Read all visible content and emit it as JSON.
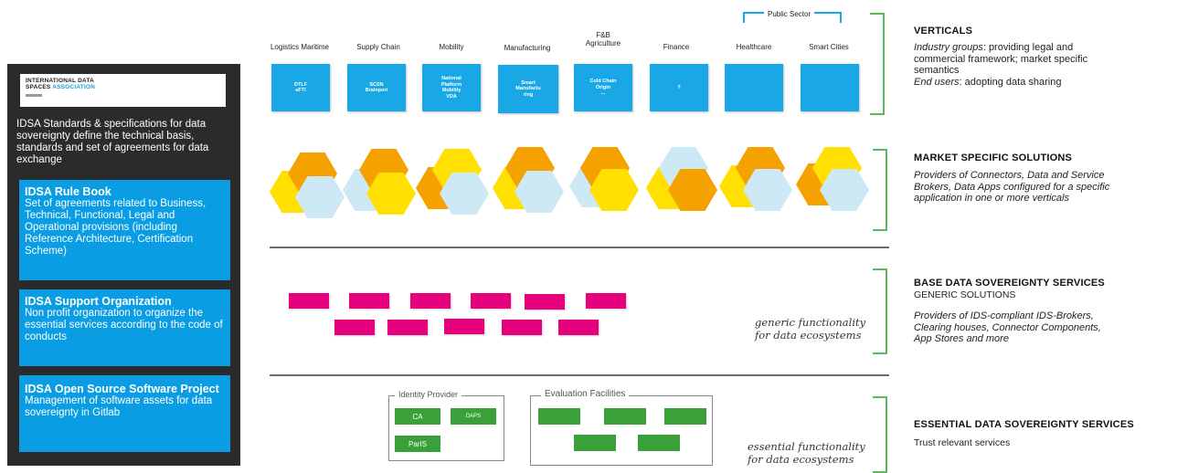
{
  "panel": {
    "logo_line1": "INTERNATIONAL DATA",
    "logo_line2a": "SPACES ",
    "logo_line2b": "ASSOCIATION",
    "intro": "IDSA Standards & specifications for data sovereignty define the technical basis, standards and set of agreements  for data exchange",
    "cards": [
      {
        "title": "IDSA Rule Book",
        "body": "Set of agreements related to Business, Technical, Functional, Legal and Operational provisions (including Reference Architecture, Certification Scheme)"
      },
      {
        "title": "IDSA Support Organization",
        "body": "Non profit organization to organize the essential services according to the code of conducts"
      },
      {
        "title": "IDSA Open Source Software Project",
        "body": "Management of software assets for data sovereignty in Gitlab"
      }
    ]
  },
  "verticals": {
    "public_sector": "Public Sector",
    "items": [
      {
        "label": "Logistics Maritime",
        "box": "DTLF\neFTI"
      },
      {
        "label": "Supply Chain",
        "box": "SCSN\nBrainport"
      },
      {
        "label": "Mobility",
        "box": "National\nPlatform\nMobility\nVDA"
      },
      {
        "label": "Manufacturing",
        "box": "Smart\nManufactu\nring"
      },
      {
        "label": "F&B\nAgriculture",
        "box": "Cold Chain\nOrigin\n..."
      },
      {
        "label": "Finance",
        "box": "?"
      },
      {
        "label": "Healthcare",
        "box": ""
      },
      {
        "label": "Smart Cities",
        "box": ""
      }
    ]
  },
  "right": {
    "verticals_title": "VERTICALS",
    "verticals_desc1_em": "Industry groups",
    "verticals_desc1_rest": ": providing legal and commercial framework; market specific semantics",
    "verticals_desc2_em": "End users",
    "verticals_desc2_rest": ": adopting data sharing",
    "market_title": "MARKET SPECIFIC SOLUTIONS",
    "market_desc": "Providers of Connectors, Data and Service Brokers, Data Apps configured for a specific application in one or more verticals",
    "base_title": "BASE DATA SOVEREIGNTY SERVICES",
    "base_sub": "GENERIC SOLUTIONS",
    "base_desc": "Providers of IDS-compliant IDS-Brokers, Clearing houses, Connector Components, App Stores and more",
    "essential_title": "ESSENTIAL DATA SOVEREIGNTY SERVICES",
    "essential_sub": "Trust relevant services"
  },
  "middle": {
    "generic_text1": "generic functionality",
    "generic_text2": "for data ecosystems",
    "essential_text1": "essential functionality",
    "essential_text2": "for data ecosystems",
    "identity_provider": "Identity Provider",
    "evaluation_facilities": "Evaluation Facilities",
    "ca": "CA",
    "daps": "DAPS",
    "paris": "ParIS"
  },
  "colors": {
    "panel": "#2b2b2b",
    "card_blue": "#0b9de3",
    "vertical_blue": "#1aa7e6",
    "bracket_green": "#5cb85c",
    "magenta": "#e6007e",
    "service_green": "#3aa13a",
    "hex_yellow": "#ffe000",
    "hex_orange": "#f5a200",
    "hex_lightblue": "#cde9f6"
  }
}
